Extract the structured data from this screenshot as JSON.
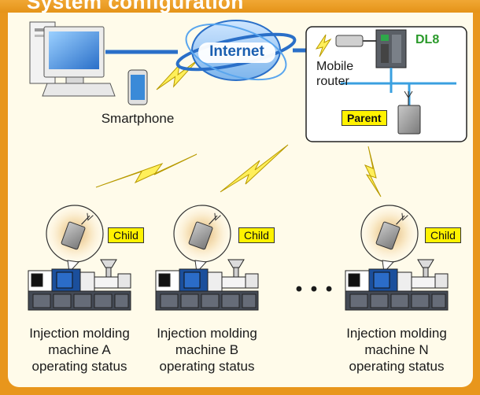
{
  "header": {
    "title": "System configuration"
  },
  "cloud": {
    "label": "Internet"
  },
  "phone": {
    "label": "Smartphone"
  },
  "router_box": {
    "router_label_1": "Mobile",
    "router_label_2": "router",
    "logger_label": "DL8",
    "parent_badge": "Parent"
  },
  "child_badge": "Child",
  "ellipsis": "• • •",
  "machines": [
    {
      "line1": "Injection molding",
      "line2": "machine A",
      "line3": "operating status"
    },
    {
      "line1": "Injection molding",
      "line2": "machine B",
      "line3": "operating status"
    },
    {
      "line1": "Injection molding",
      "line2": "machine N",
      "line3": "operating status"
    }
  ],
  "colors": {
    "frame": "#e8961c",
    "panel": "#fffbea",
    "badge": "#fff200",
    "lightning": "#ffef5a",
    "cloud": "#3a8ad8",
    "logger_text": "#2a9a2a",
    "network_line": "#3aa0e0"
  }
}
